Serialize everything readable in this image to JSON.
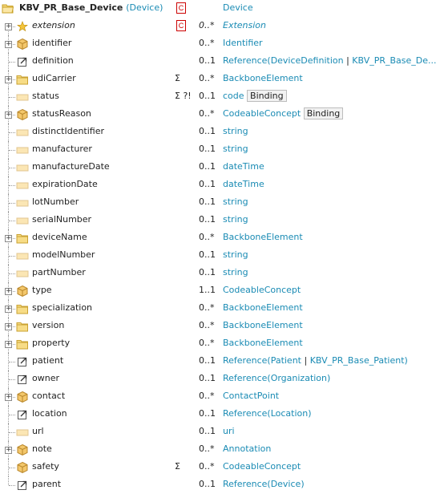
{
  "root": {
    "name": "KBV_PR_Base_Device",
    "base_link": "(Device)",
    "constraint": "C",
    "type": "Device"
  },
  "rows": [
    {
      "name": "extension",
      "italic": true,
      "expand": "+",
      "icon": "extension-star",
      "constraint": "C",
      "flags": "",
      "card": "0..*",
      "card_italic": true,
      "parts": [
        {
          "t": "Extension",
          "link": true,
          "italic": true
        }
      ]
    },
    {
      "name": "identifier",
      "expand": "+",
      "icon": "datatype-cube",
      "flags": "",
      "card": "0..*",
      "parts": [
        {
          "t": "Identifier",
          "link": true
        }
      ]
    },
    {
      "name": "definition",
      "icon": "reference-arrow",
      "flags": "",
      "card": "0..1",
      "parts": [
        {
          "t": "Reference(",
          "link": true
        },
        {
          "t": "DeviceDefinition",
          "link": true
        },
        {
          "t": " | "
        },
        {
          "t": "KBV_PR_Base_De...",
          "link": true
        }
      ]
    },
    {
      "name": "udiCarrier",
      "expand": "+",
      "icon": "folder",
      "flags": "Σ",
      "card": "0..*",
      "parts": [
        {
          "t": "BackboneElement",
          "link": true
        }
      ]
    },
    {
      "name": "status",
      "icon": "primitive",
      "flags": "Σ ?!",
      "card": "0..1",
      "parts": [
        {
          "t": "code",
          "link": true
        },
        {
          "t": " "
        },
        {
          "t": "Binding",
          "binding": true
        }
      ]
    },
    {
      "name": "statusReason",
      "expand": "+",
      "icon": "datatype-cube",
      "flags": "",
      "card": "0..*",
      "parts": [
        {
          "t": "CodeableConcept",
          "link": true
        },
        {
          "t": " "
        },
        {
          "t": "Binding",
          "binding": true
        }
      ]
    },
    {
      "name": "distinctIdentifier",
      "icon": "primitive",
      "flags": "",
      "card": "0..1",
      "parts": [
        {
          "t": "string",
          "link": true
        }
      ]
    },
    {
      "name": "manufacturer",
      "icon": "primitive",
      "flags": "",
      "card": "0..1",
      "parts": [
        {
          "t": "string",
          "link": true
        }
      ]
    },
    {
      "name": "manufactureDate",
      "icon": "primitive",
      "flags": "",
      "card": "0..1",
      "parts": [
        {
          "t": "dateTime",
          "link": true
        }
      ]
    },
    {
      "name": "expirationDate",
      "icon": "primitive",
      "flags": "",
      "card": "0..1",
      "parts": [
        {
          "t": "dateTime",
          "link": true
        }
      ]
    },
    {
      "name": "lotNumber",
      "icon": "primitive",
      "flags": "",
      "card": "0..1",
      "parts": [
        {
          "t": "string",
          "link": true
        }
      ]
    },
    {
      "name": "serialNumber",
      "icon": "primitive",
      "flags": "",
      "card": "0..1",
      "parts": [
        {
          "t": "string",
          "link": true
        }
      ]
    },
    {
      "name": "deviceName",
      "expand": "+",
      "icon": "folder",
      "flags": "",
      "card": "0..*",
      "parts": [
        {
          "t": "BackboneElement",
          "link": true
        }
      ]
    },
    {
      "name": "modelNumber",
      "icon": "primitive",
      "flags": "",
      "card": "0..1",
      "parts": [
        {
          "t": "string",
          "link": true
        }
      ]
    },
    {
      "name": "partNumber",
      "icon": "primitive",
      "flags": "",
      "card": "0..1",
      "parts": [
        {
          "t": "string",
          "link": true
        }
      ]
    },
    {
      "name": "type",
      "expand": "+",
      "icon": "datatype-cube",
      "flags": "",
      "card": "1..1",
      "parts": [
        {
          "t": "CodeableConcept",
          "link": true
        }
      ]
    },
    {
      "name": "specialization",
      "expand": "+",
      "icon": "folder",
      "flags": "",
      "card": "0..*",
      "parts": [
        {
          "t": "BackboneElement",
          "link": true
        }
      ]
    },
    {
      "name": "version",
      "expand": "+",
      "icon": "folder",
      "flags": "",
      "card": "0..*",
      "parts": [
        {
          "t": "BackboneElement",
          "link": true
        }
      ]
    },
    {
      "name": "property",
      "expand": "+",
      "icon": "folder",
      "flags": "",
      "card": "0..*",
      "parts": [
        {
          "t": "BackboneElement",
          "link": true
        }
      ]
    },
    {
      "name": "patient",
      "icon": "reference-arrow",
      "flags": "",
      "card": "0..1",
      "parts": [
        {
          "t": "Reference(",
          "link": true
        },
        {
          "t": "Patient",
          "link": true
        },
        {
          "t": " | "
        },
        {
          "t": "KBV_PR_Base_Patient",
          "link": true
        },
        {
          "t": ")",
          "link": true
        }
      ]
    },
    {
      "name": "owner",
      "icon": "reference-arrow",
      "flags": "",
      "card": "0..1",
      "parts": [
        {
          "t": "Reference(",
          "link": true
        },
        {
          "t": "Organization",
          "link": true
        },
        {
          "t": ")",
          "link": true
        }
      ]
    },
    {
      "name": "contact",
      "expand": "+",
      "icon": "datatype-cube",
      "flags": "",
      "card": "0..*",
      "parts": [
        {
          "t": "ContactPoint",
          "link": true
        }
      ]
    },
    {
      "name": "location",
      "icon": "reference-arrow",
      "flags": "",
      "card": "0..1",
      "parts": [
        {
          "t": "Reference(",
          "link": true
        },
        {
          "t": "Location",
          "link": true
        },
        {
          "t": ")",
          "link": true
        }
      ]
    },
    {
      "name": "url",
      "icon": "primitive",
      "flags": "",
      "card": "0..1",
      "parts": [
        {
          "t": "uri",
          "link": true
        }
      ]
    },
    {
      "name": "note",
      "expand": "+",
      "icon": "datatype-cube",
      "flags": "",
      "card": "0..*",
      "parts": [
        {
          "t": "Annotation",
          "link": true
        }
      ]
    },
    {
      "name": "safety",
      "icon": "datatype-cube",
      "flags": "Σ",
      "card": "0..*",
      "parts": [
        {
          "t": "CodeableConcept",
          "link": true
        }
      ]
    },
    {
      "name": "parent",
      "icon": "reference-arrow",
      "flags": "",
      "card": "0..1",
      "parts": [
        {
          "t": "Reference(",
          "link": true
        },
        {
          "t": "Device",
          "link": true
        },
        {
          "t": ")",
          "link": true
        }
      ]
    }
  ]
}
